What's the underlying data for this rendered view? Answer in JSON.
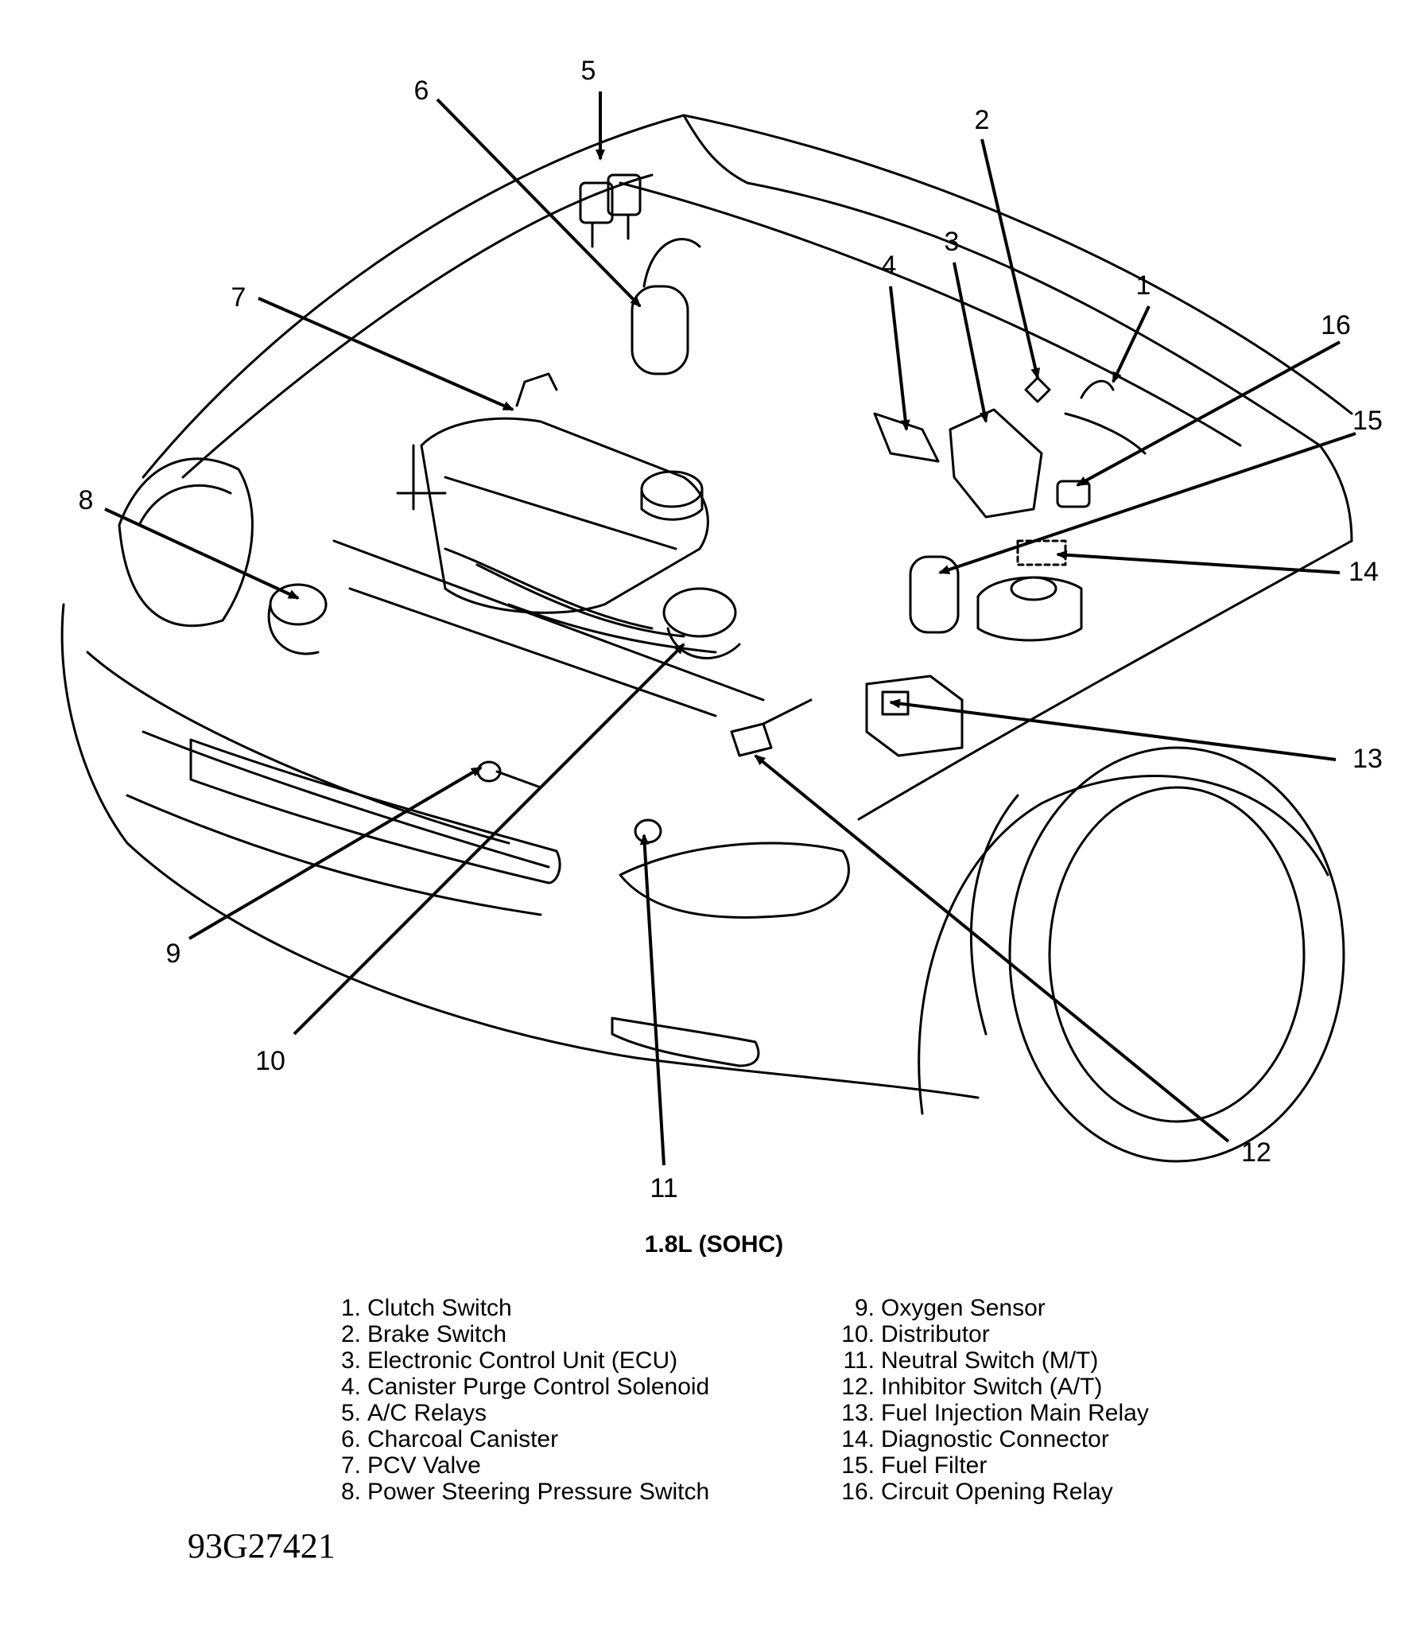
{
  "caption": "1.8L (SOHC)",
  "figure_code": "93G27421",
  "legend": {
    "left": [
      {
        "num": "1.",
        "label": "Clutch Switch"
      },
      {
        "num": "2.",
        "label": "Brake Switch"
      },
      {
        "num": "3.",
        "label": "Electronic Control Unit (ECU)"
      },
      {
        "num": "4.",
        "label": "Canister Purge Control Solenoid"
      },
      {
        "num": "5.",
        "label": "A/C Relays"
      },
      {
        "num": "6.",
        "label": "Charcoal Canister"
      },
      {
        "num": "7.",
        "label": "PCV Valve"
      },
      {
        "num": "8.",
        "label": "Power Steering Pressure Switch"
      }
    ],
    "right": [
      {
        "num": "9.",
        "label": "Oxygen Sensor"
      },
      {
        "num": "10.",
        "label": "Distributor"
      },
      {
        "num": "11.",
        "label": "Neutral Switch (M/T)"
      },
      {
        "num": "12.",
        "label": "Inhibitor Switch (A/T)"
      },
      {
        "num": "13.",
        "label": "Fuel Injection Main Relay"
      },
      {
        "num": "14.",
        "label": "Diagnostic Connector"
      },
      {
        "num": "15.",
        "label": "Fuel Filter"
      },
      {
        "num": "16.",
        "label": "Circuit Opening Relay"
      }
    ]
  },
  "callouts": [
    "1",
    "2",
    "3",
    "4",
    "5",
    "6",
    "7",
    "8",
    "9",
    "10",
    "11",
    "12",
    "13",
    "14",
    "15",
    "16"
  ]
}
